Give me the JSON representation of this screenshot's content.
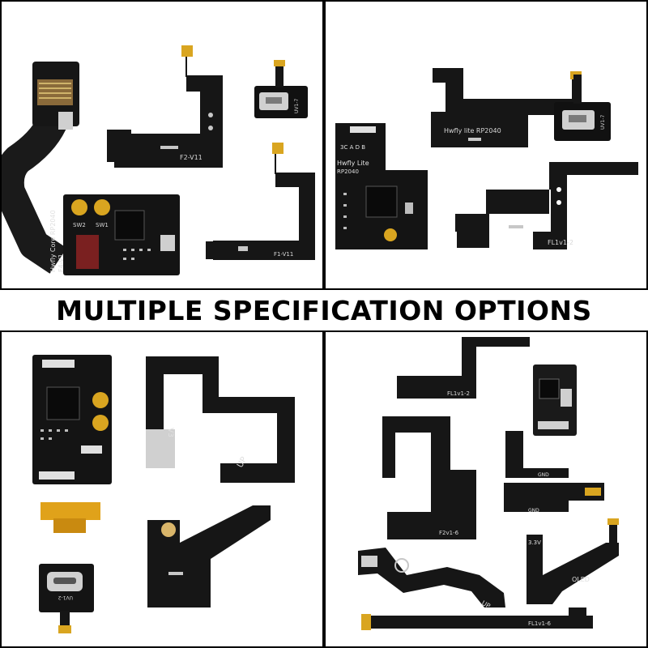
{
  "banner": {
    "text": "MULTIPLE SPECIFICATION OPTIONS"
  },
  "colors": {
    "board": "#141414",
    "gold": "#d9a520",
    "silk": "#d8d8d8",
    "pad": "#c7c7c7",
    "connector": "#e8e8e8"
  },
  "labels": {
    "core_board": "Hwfly Core RP2040",
    "core_board_rev": "F4-V1",
    "sw1": "SW1",
    "sw2": "SW2",
    "flex_f2": "F2-V11",
    "flex_f1": "F1-V11",
    "usb_micro_1": "UV1-7",
    "lite_board_title": "Hwfly Lite",
    "lite_board_chip": "RP2040",
    "lite_board_pins": "3C A D B",
    "flex_lite_rp": "Hwfly lite RP2040",
    "usb_micro_2": "UV1-7",
    "flex_fl1v1_2": "FL1v1-2",
    "flex_v3": "V3",
    "flex_up_1": "UP",
    "usbc_board": "UV1-2",
    "flex_fl1v1_2b": "FL1v1-2",
    "flex_f2v1_6": "F2v1-6",
    "gnd_1": "GND",
    "gnd_2": "GND",
    "oled": "OLED",
    "v33": "3.3V",
    "flex_up_2": "UP",
    "flex_fl1v1_6": "FL1v1-6"
  }
}
